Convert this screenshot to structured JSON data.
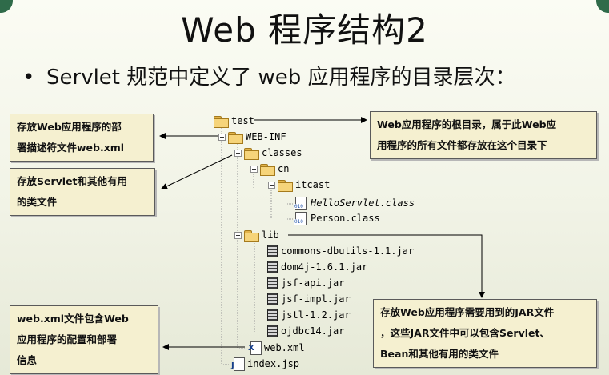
{
  "title": "Web 程序结构2",
  "bullet": {
    "dot": "•",
    "text": "Servlet 规范中定义了 web 应用程序的目录层次："
  },
  "tree": {
    "test": "test",
    "web_inf": "WEB-INF",
    "classes": "classes",
    "cn": "cn",
    "itcast": "itcast",
    "hello_servlet": "HelloServlet.class",
    "person": "Person.class",
    "lib": "lib",
    "jars": [
      "commons-dbutils-1.1.jar",
      "dom4j-1.6.1.jar",
      "jsf-api.jar",
      "jsf-impl.jar",
      "jstl-1.2.jar",
      "ojdbc14.jar"
    ],
    "web_xml": "web.xml",
    "index_jsp": "index.jsp"
  },
  "callouts": {
    "deploy": [
      "存放Web应用程序的部",
      "署描述符文件web.xml"
    ],
    "classes": [
      "存放Servlet和其他有用",
      "的类文件"
    ],
    "webxml": [
      "web.xml文件包含Web",
      "应用程序的配置和部署",
      "信息"
    ],
    "root": [
      "Web应用程序的根目录，属于此Web应",
      "用程序的所有文件都存放在这个目录下"
    ],
    "lib": [
      "存放Web应用程序需要用到的JAR文件",
      "，这些JAR文件中可以包含Servlet、",
      "Bean和其他有用的类文件"
    ]
  }
}
